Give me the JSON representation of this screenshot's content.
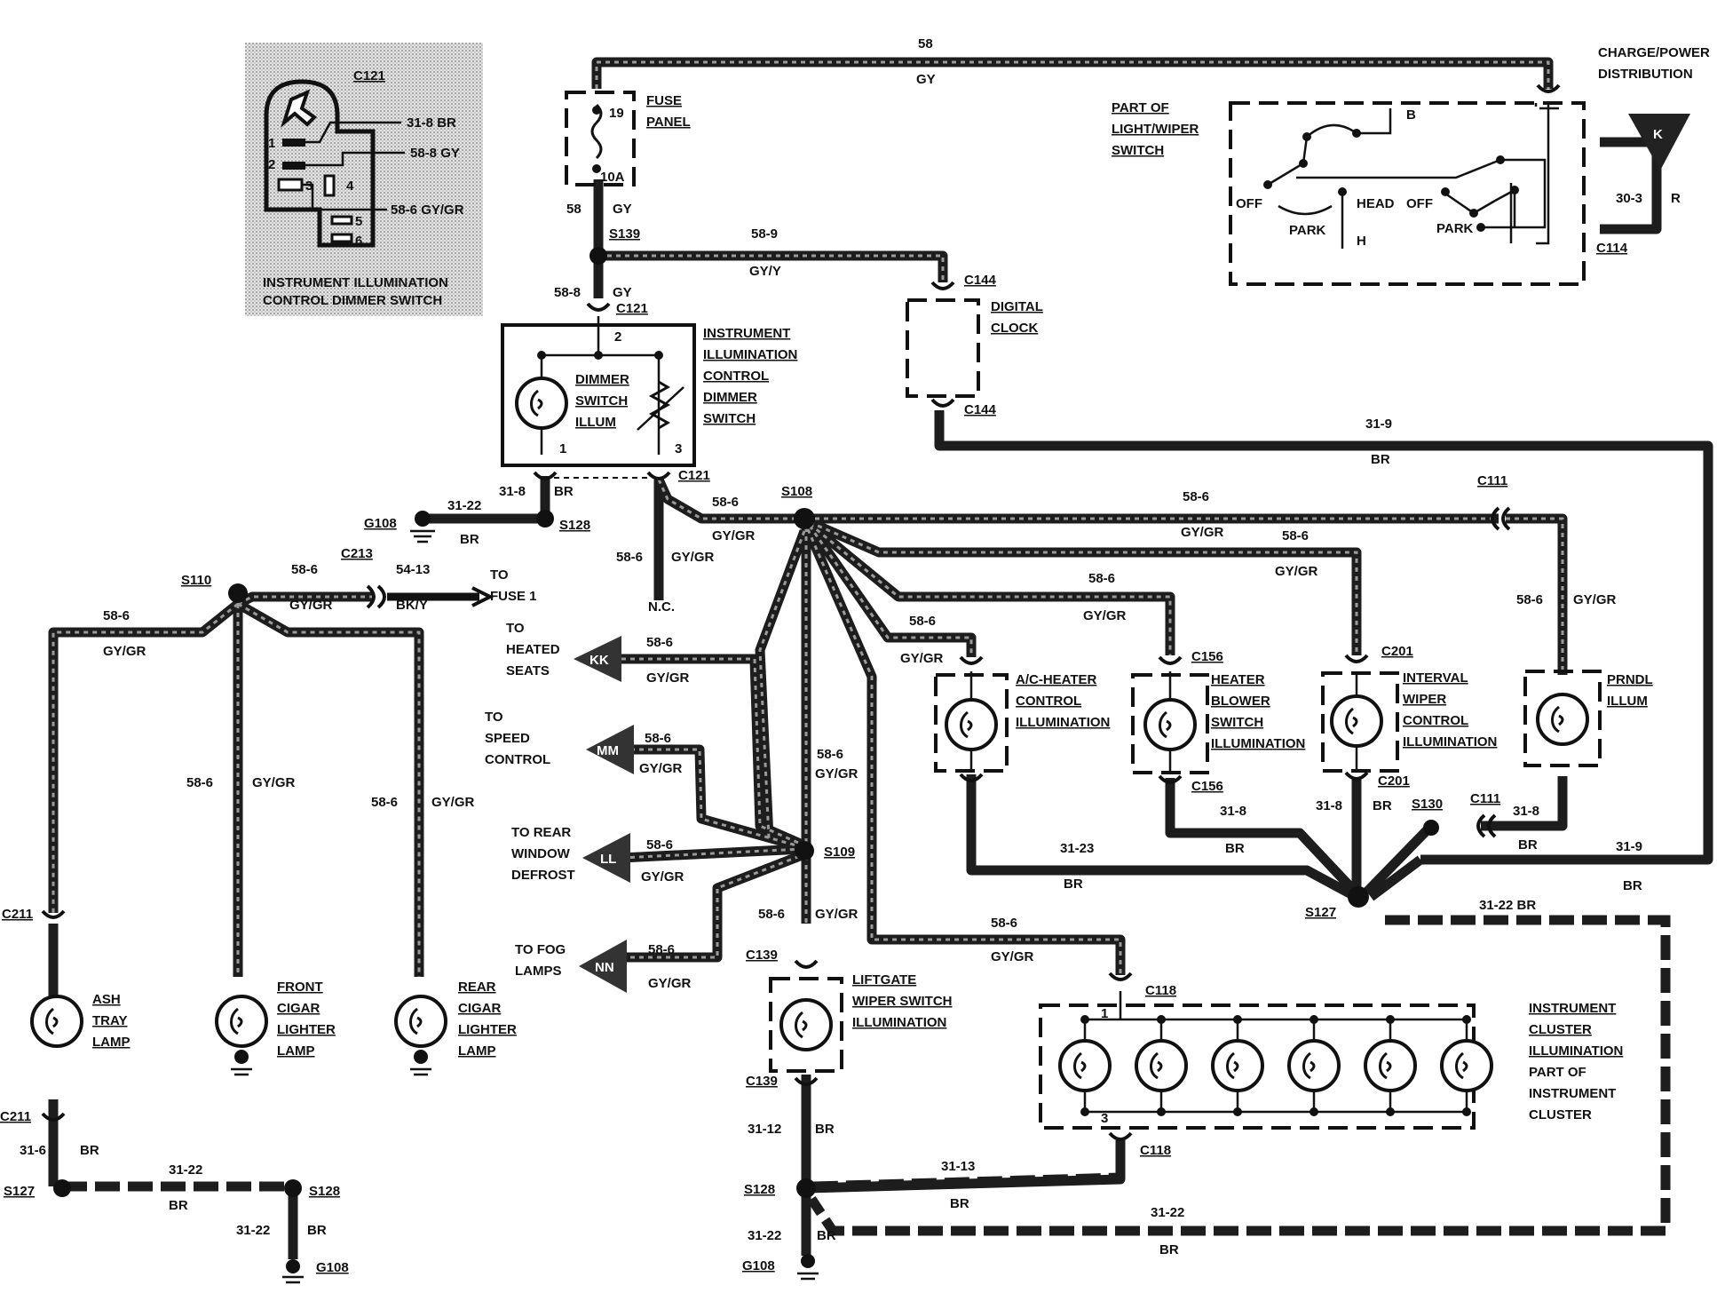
{
  "inset": {
    "connector": "C121",
    "pins": [
      "1",
      "2",
      "3",
      "4",
      "5",
      "6"
    ],
    "wires": [
      "31-8 BR",
      "58-8 GY",
      "58-6 GY/GR"
    ],
    "caption_line1": "INSTRUMENT ILLUMINATION",
    "caption_line2": "CONTROL DIMMER SWITCH"
  },
  "top_wire": {
    "circuit": "58",
    "color": "GY"
  },
  "charge_power": {
    "line1": "CHARGE/POWER",
    "line2": "DISTRIBUTION"
  },
  "light_wiper": {
    "line1": "PART OF",
    "line2": "LIGHT/WIPER",
    "line3": "SWITCH",
    "off1": "OFF",
    "head": "HEAD",
    "off2": "OFF",
    "park1": "PARK",
    "park2": "PARK",
    "pos_b": "B",
    "pos_h": "H",
    "connector": "C114",
    "feed_circuit": "30-3",
    "feed_color": "R",
    "badge": "K"
  },
  "fuse_panel": {
    "line1": "FUSE",
    "line2": "PANEL",
    "fuse_number": "19",
    "rating": "10A",
    "out_circuit": "58",
    "out_color": "GY",
    "splice": "S139"
  },
  "clock_feed": {
    "circuit": "58-9",
    "color": "GY/Y"
  },
  "digital_clock": {
    "line1": "DIGITAL",
    "line2": "CLOCK",
    "connector_top": "C144",
    "connector_bottom": "C144"
  },
  "dimmer_switch": {
    "feed_circuit": "58-8",
    "feed_color": "GY",
    "connector_top": "C121",
    "title": [
      "INSTRUMENT",
      "ILLUMINATION",
      "CONTROL",
      "DIMMER",
      "SWITCH"
    ],
    "illum": [
      "DIMMER",
      "SWITCH",
      "ILLUM"
    ],
    "pin1": "1",
    "pin2": "2",
    "pin3": "3",
    "connector_bottom": "C121"
  },
  "ground_left": {
    "circuit_318": "31-8",
    "color_318": "BR",
    "ground": "G108",
    "circuit_3122": "31-22",
    "color_3122": "BR",
    "splice": "S128"
  },
  "nc": {
    "circuit": "58-6",
    "color": "GY/GR",
    "label": "N.C."
  },
  "feed_s108": {
    "circuit": "58-6",
    "color": "GY/GR",
    "splice": "S108"
  },
  "right_branches": {
    "prndl_circuit": "58-6",
    "prndl_color": "GY/GR",
    "c111_top": "C111",
    "wiper_circuit": "58-6",
    "wiper_color": "GY/GR",
    "blower_circuit": "58-6",
    "blower_color": "GY/GR",
    "ac_circuit": "58-6",
    "ac_color": "GY/GR",
    "prndl_drop_circuit": "58-6",
    "prndl_drop_color": "GY/GR"
  },
  "clock_return": {
    "circuit": "31-9",
    "color": "BR"
  },
  "lamps": {
    "ac": [
      "A/C-HEATER",
      "CONTROL",
      "ILLUMINATION"
    ],
    "blower": [
      "HEATER",
      "BLOWER",
      "SWITCH",
      "ILLUMINATION"
    ],
    "wiper": [
      "INTERVAL",
      "WIPER",
      "CONTROL",
      "ILLUMINATION"
    ],
    "prndl": [
      "PRNDL",
      "ILLUM"
    ],
    "c156_top": "C156",
    "c156_bottom": "C156",
    "c201_top": "C201",
    "c201_bottom": "C201"
  },
  "returns": {
    "c3123": "31-23",
    "c3123_color": "BR",
    "c318a": "31-8",
    "c318a_color": "BR",
    "c318b": "31-8",
    "c318b_color": "BR",
    "c318c": "31-8",
    "c318c_color": "BR",
    "c319": "31-9",
    "c319_color": "BR",
    "s130": "S130",
    "c111_bottom": "C111",
    "s127": "S127",
    "c3122": "31-22 BR"
  },
  "left_side": {
    "s110": "S110",
    "c213": "C213",
    "to_fuse_circuit_a": "58-6",
    "to_fuse_color_a": "GY/GR",
    "to_fuse_circuit_b": "54-13",
    "to_fuse_color_b": "BK/Y",
    "to_fuse_line1": "TO",
    "to_fuse_line2": "FUSE 1",
    "ash_circuit": "58-6",
    "ash_color": "GY/GR",
    "front_circuit": "58-6",
    "front_color": "GY/GR",
    "rear_circuit": "58-6",
    "rear_color": "GY/GR",
    "c211_top": "C211",
    "c211_bottom": "C211",
    "ash": [
      "ASH",
      "TRAY",
      "LAMP"
    ],
    "front": [
      "FRONT",
      "CIGAR",
      "LIGHTER",
      "LAMP"
    ],
    "rear": [
      "REAR",
      "CIGAR",
      "LIGHTER",
      "LAMP"
    ],
    "ash_gnd_circuit": "31-6",
    "ash_gnd_color": "BR",
    "s127": "S127",
    "gnd_circuit_a": "31-22",
    "gnd_color_a": "BR",
    "s128": "S128",
    "gnd_circuit_b": "31-22",
    "gnd_color_b": "BR",
    "g108": "G108"
  },
  "s109_group": {
    "heated": [
      "TO",
      "HEATED",
      "SEATS"
    ],
    "heated_badge": "KK",
    "heated_circuit": "58-6",
    "heated_color": "GY/GR",
    "speed": [
      "TO",
      "SPEED",
      "CONTROL"
    ],
    "speed_badge": "MM",
    "speed_circuit": "58-6",
    "speed_color": "GY/GR",
    "defrost": [
      "TO REAR",
      "WINDOW",
      "DEFROST"
    ],
    "defrost_badge": "LL",
    "defrost_circuit": "58-6",
    "defrost_color": "GY/GR",
    "fog": [
      "TO FOG",
      "LAMPS"
    ],
    "fog_badge": "NN",
    "fog_circuit": "58-6",
    "fog_color": "GY/GR",
    "trunk_circuit": "58-6",
    "trunk_color": "GY/GR",
    "splice": "S109",
    "down_circuit": "58-6",
    "down_color": "GY/GR"
  },
  "liftgate": {
    "connector_top": "C139",
    "connector_bottom": "C139",
    "label": [
      "LIFTGATE",
      "WIPER SWITCH",
      "ILLUMINATION"
    ],
    "gnd_circuit": "31-12",
    "gnd_color": "BR",
    "splice": "S128",
    "gnd2_circuit": "31-22",
    "gnd2_color": "BR",
    "ground": "G108"
  },
  "cluster": {
    "feed_circuit": "58-6",
    "feed_color": "GY/GR",
    "connector_top": "C118",
    "pin1": "1",
    "pin3": "3",
    "connector_bottom": "C118",
    "label": [
      "INSTRUMENT",
      "CLUSTER",
      "ILLUMINATION",
      "PART OF",
      "INSTRUMENT",
      "CLUSTER"
    ],
    "ret_circuit": "31-13",
    "ret_color": "BR",
    "long_circuit": "31-22",
    "long_color": "BR"
  }
}
